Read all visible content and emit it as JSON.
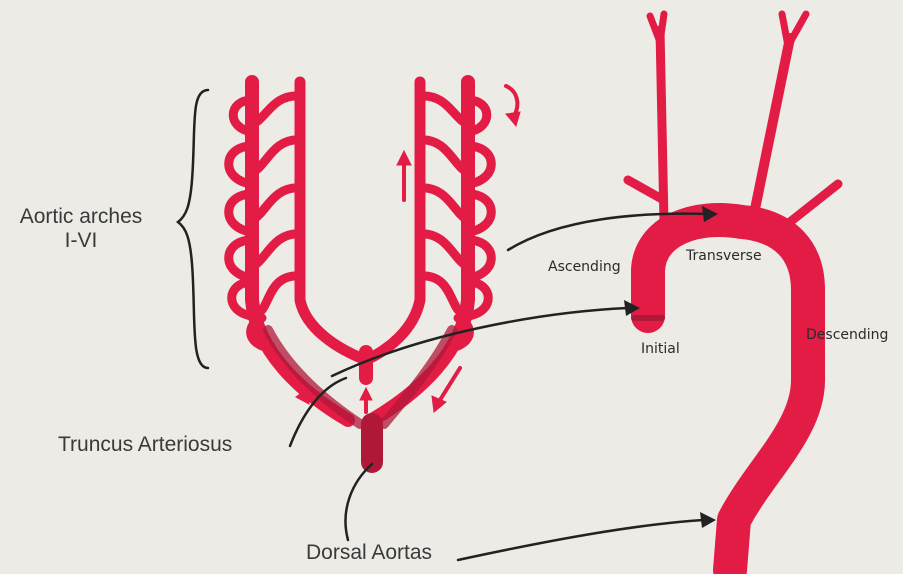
{
  "labels": {
    "aortic_arches_line1": "Aortic arches",
    "aortic_arches_line2": "I-VI",
    "truncus": "Truncus Arteriosus",
    "dorsal": "Dorsal Aortas",
    "ascending": "Ascending",
    "transverse": "Transverse",
    "initial": "Initial",
    "descending": "Descending"
  },
  "colors": {
    "vessel": "#e31c46",
    "vessel_dark": "#b0183a",
    "ink": "#222222",
    "background": "#ecebe6"
  }
}
